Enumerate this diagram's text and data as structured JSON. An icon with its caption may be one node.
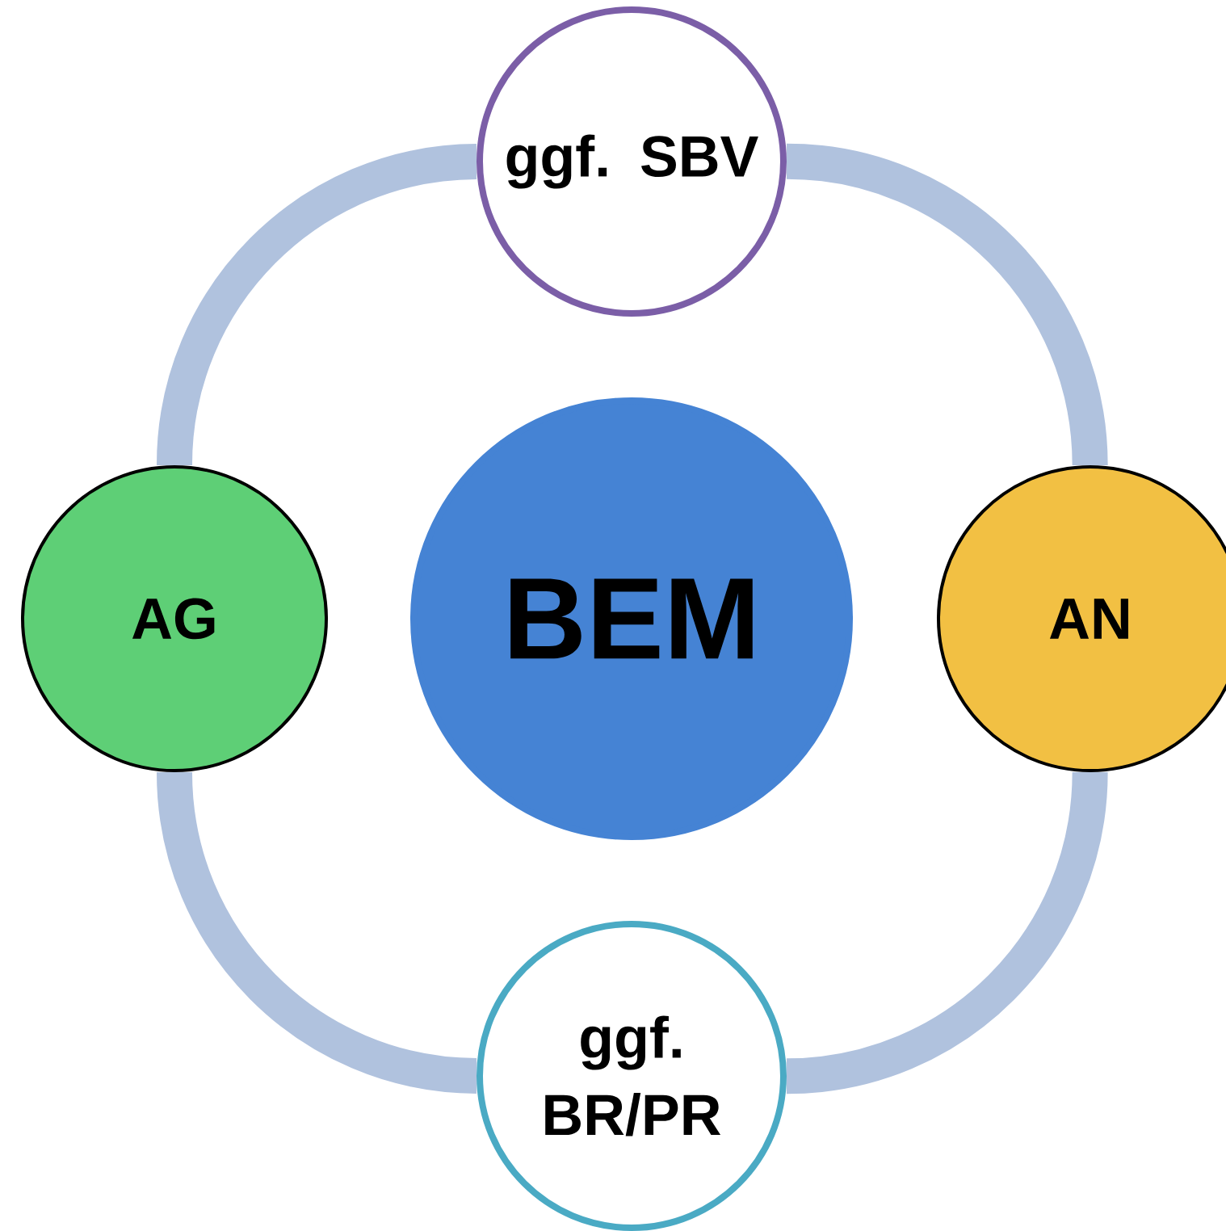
{
  "diagram": {
    "nodes": [
      {
        "text": [
          "ggf. SBV"
        ]
      },
      {
        "text": [
          "AG"
        ]
      },
      {
        "text": [
          "BEM"
        ]
      },
      {
        "text": [
          "AN"
        ]
      },
      {
        "text": [
          "ggf. BR/PR"
        ]
      }
    ],
    "edges": [
      {
        "from": 0,
        "to": 3,
        "arrow": "none"
      },
      {
        "from": 3,
        "to": 4,
        "arrow": "none"
      },
      {
        "from": 4,
        "to": 1,
        "arrow": "none"
      },
      {
        "from": 1,
        "to": 0,
        "arrow": "none"
      }
    ]
  }
}
